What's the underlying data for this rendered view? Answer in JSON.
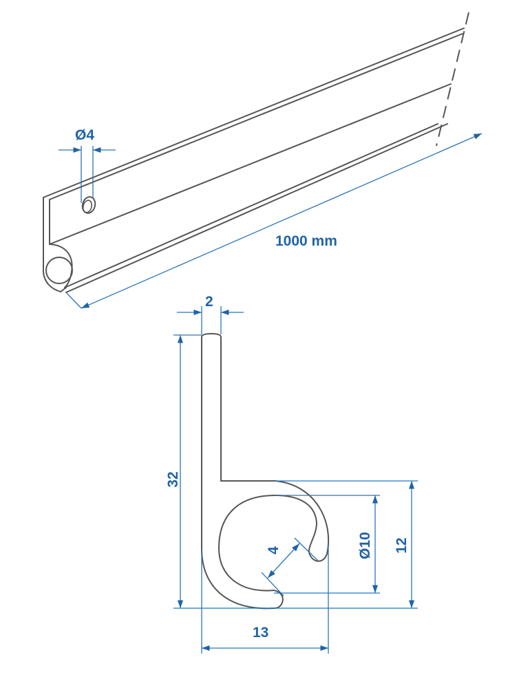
{
  "drawing": {
    "title": "Profile rail technical drawing",
    "colors": {
      "outline": "#555555",
      "dimension": "#2a74b8",
      "label": "#1f63a8",
      "background": "#ffffff"
    },
    "isometric_view": {
      "hole_diameter_label": "Ø4",
      "length_label": "1000 mm"
    },
    "cross_section": {
      "thickness_label": "2",
      "height_label": "32",
      "slot_opening_label": "4",
      "inner_diameter_label": "Ø10",
      "outer_height_label": "12",
      "width_label": "13"
    }
  }
}
